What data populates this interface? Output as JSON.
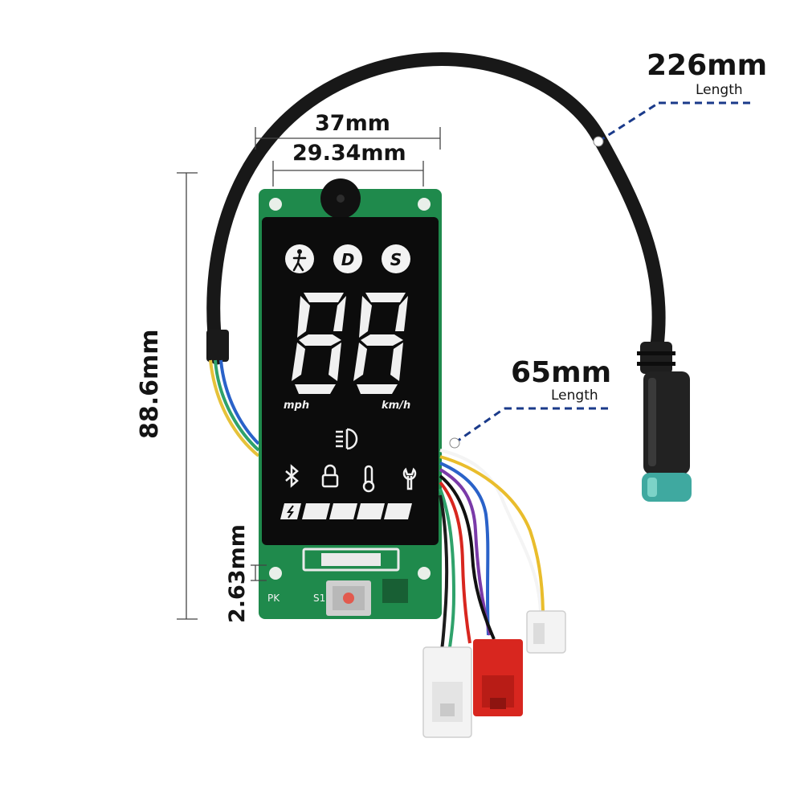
{
  "dimensions": {
    "width_37": "37mm",
    "width_29": "29.34mm",
    "height_board": "88.6mm",
    "hole_offset": "2.63mm",
    "cable_main": {
      "value": "226mm",
      "unit_label": "Length"
    },
    "cable_short": {
      "value": "65mm",
      "unit_label": "Length"
    }
  },
  "display": {
    "mode_buttons": [
      "walk-icon",
      "D",
      "S"
    ],
    "speed_digits": "88",
    "unit_mph": "mph",
    "unit_kmh": "km/h",
    "status_icons": [
      "headlight-icon",
      "bluetooth-icon",
      "lock-icon",
      "thermometer-icon",
      "wrench-icon"
    ],
    "battery_level": 1.0,
    "battery_segments": 5
  },
  "pcb_labels": {
    "pk": "PK",
    "s1": "S1"
  },
  "colors": {
    "pcb_green": "#1f8a4c",
    "display_black": "#0c0c0c",
    "cable_black": "#181818",
    "connector_teal": "#3fa9a0",
    "red_connector": "#d8261f",
    "dim_line_blue": "#1a3a8a"
  }
}
